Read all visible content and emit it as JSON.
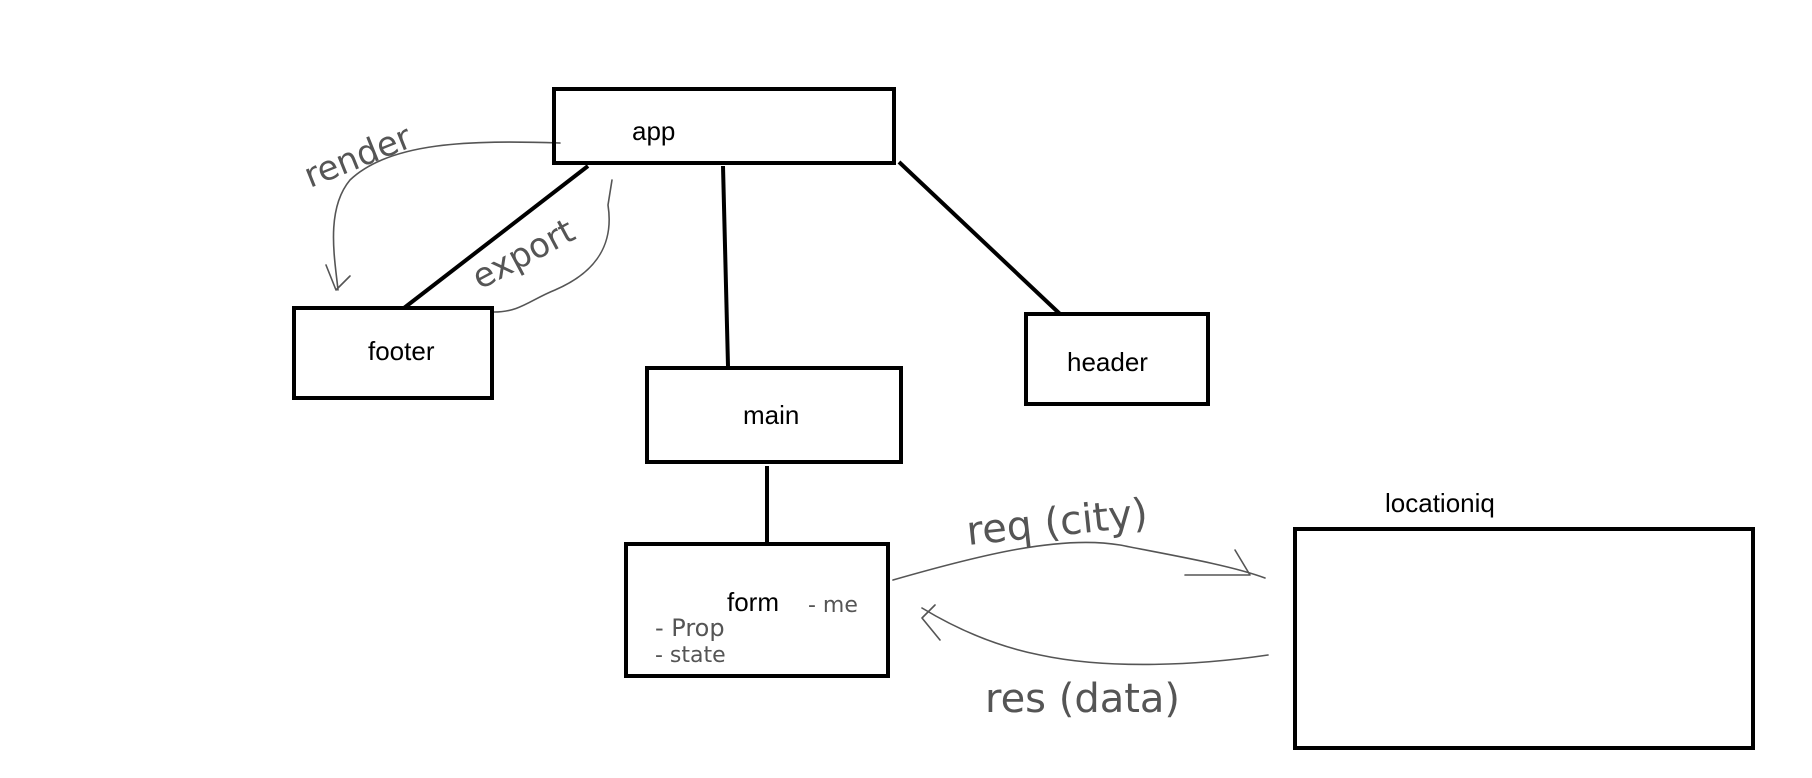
{
  "nodes": {
    "app": "app",
    "footer": "footer",
    "main": "main",
    "header": "header",
    "form": "form",
    "locationiq": "locationiq"
  },
  "annotations": {
    "render": "render",
    "export": "export",
    "req": "req (city)",
    "res": "res (data)",
    "form_prop": "- Prop",
    "form_state": "- state",
    "form_me": "- me"
  },
  "colors": {
    "stroke": "#000000",
    "handwriting": "#555555"
  }
}
